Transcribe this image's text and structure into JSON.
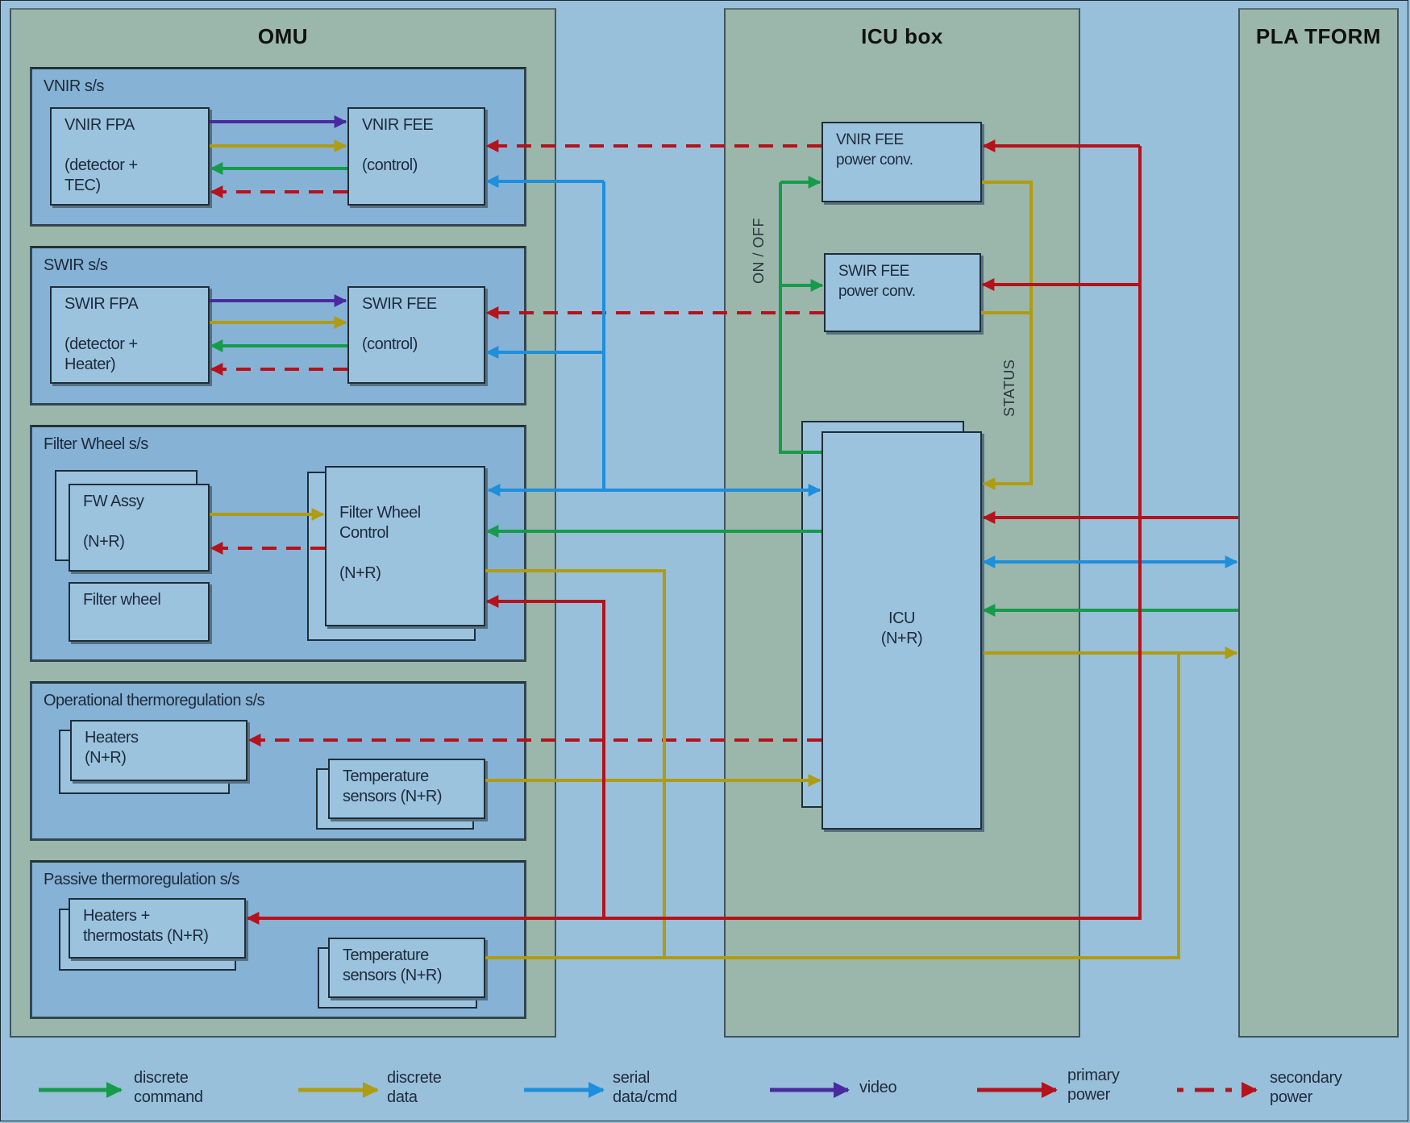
{
  "colors": {
    "discrete_command": "#169b4a",
    "discrete_data": "#b09c12",
    "serial": "#1d8fdc",
    "video": "#4a2aa0",
    "primary_power": "#b5121b",
    "secondary_power": "#b5121b"
  },
  "units": {
    "omu": "OMU",
    "icu_box": "ICU box",
    "platform": "PLA TFORM"
  },
  "subsystems": {
    "vnir": "VNIR s/s",
    "swir": "SWIR s/s",
    "filter_wheel": "Filter Wheel s/s",
    "op_thermo": "Operational thermoregulation s/s",
    "passive_thermo": "Passive thermoregulation s/s"
  },
  "blocks": {
    "vnir_fpa": "VNIR FPA\n\n(detector +\nTEC)",
    "vnir_fee": "VNIR FEE\n\n(control)",
    "swir_fpa": "SWIR FPA\n\n(detector +\nHeater)",
    "swir_fee": "SWIR FEE\n\n(control)",
    "fw_assy": "FW Assy\n\n(N+R)",
    "filter_wheel": "Filter wheel",
    "fw_control": "Filter Wheel\nControl\n\n(N+R)",
    "op_heaters": "Heaters\n(N+R)",
    "op_temp_sensors": "Temperature\nsensors (N+R)",
    "pas_heaters": "Heaters +\nthermostats (N+R)",
    "pas_temp_sensors": "Temperature\nsensors (N+R)",
    "vnir_fee_pc": "VNIR FEE\npower conv.",
    "swir_fee_pc": "SWIR FEE\npower conv.",
    "icu": "ICU\n(N+R)"
  },
  "annotations": {
    "on_off": "ON / OFF",
    "status": "STATUS"
  },
  "legend": [
    {
      "key": "discrete_command",
      "label": "discrete\ncommand",
      "style": "solid"
    },
    {
      "key": "discrete_data",
      "label": "discrete\ndata",
      "style": "solid"
    },
    {
      "key": "serial",
      "label": "serial\ndata/cmd",
      "style": "solid"
    },
    {
      "key": "video",
      "label": "video",
      "style": "solid"
    },
    {
      "key": "primary_power",
      "label": "primary\npower",
      "style": "solid"
    },
    {
      "key": "secondary_power",
      "label": "secondary\npower",
      "style": "dashed"
    }
  ]
}
